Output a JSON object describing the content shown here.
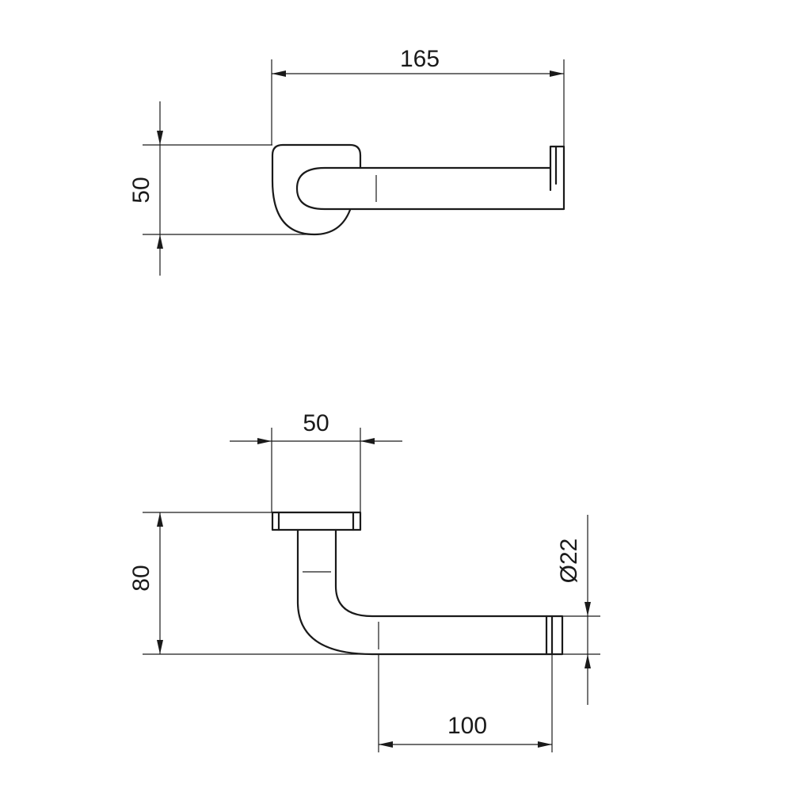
{
  "top_view": {
    "width_label": "165",
    "height_label": "50"
  },
  "front_view": {
    "base_width_label": "50",
    "height_label": "80",
    "diameter_label": "Ø22",
    "arm_length_label": "100"
  }
}
